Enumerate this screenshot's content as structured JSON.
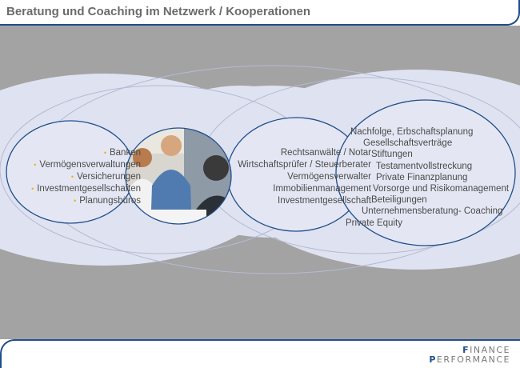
{
  "header": {
    "title": "Beratung und Coaching im Netzwerk / Kooperationen"
  },
  "left_list": {
    "items": [
      "Banken",
      "Vermögensverwaltungen",
      "Versicherungen",
      "Investmentgesellschaften",
      "Planungsbüros"
    ],
    "bullet": "•",
    "bullet_color": "#e8b400"
  },
  "middle_list": {
    "items": [
      "Rechtsanwälte / Notar",
      "Wirtschaftsprüfer / Steuerberater",
      "Vermögensverwalter",
      "Immobilienmanagement",
      "Investmentgesellschaft"
    ]
  },
  "right_list": {
    "items": [
      "Nachfolge, Erbschaftsplanung",
      "Gesellschaftsverträge",
      "Stiftungen",
      "Testamentvollstreckung",
      "Private Finanzplanung",
      "Vorsorge und Risikomanagement",
      "Beteiligungen",
      "Unternehmensberatung- Coaching",
      "Private Equity"
    ]
  },
  "logo": {
    "line1_first": "F",
    "line1_rest": "INANCE",
    "line2_first": "P",
    "line2_rest": "ERFORMANCE"
  },
  "colors": {
    "accent": "#1f4e8c",
    "background": "#a3a3a3",
    "bubble": "#dfe2f0",
    "text": "#4a4a4a"
  }
}
